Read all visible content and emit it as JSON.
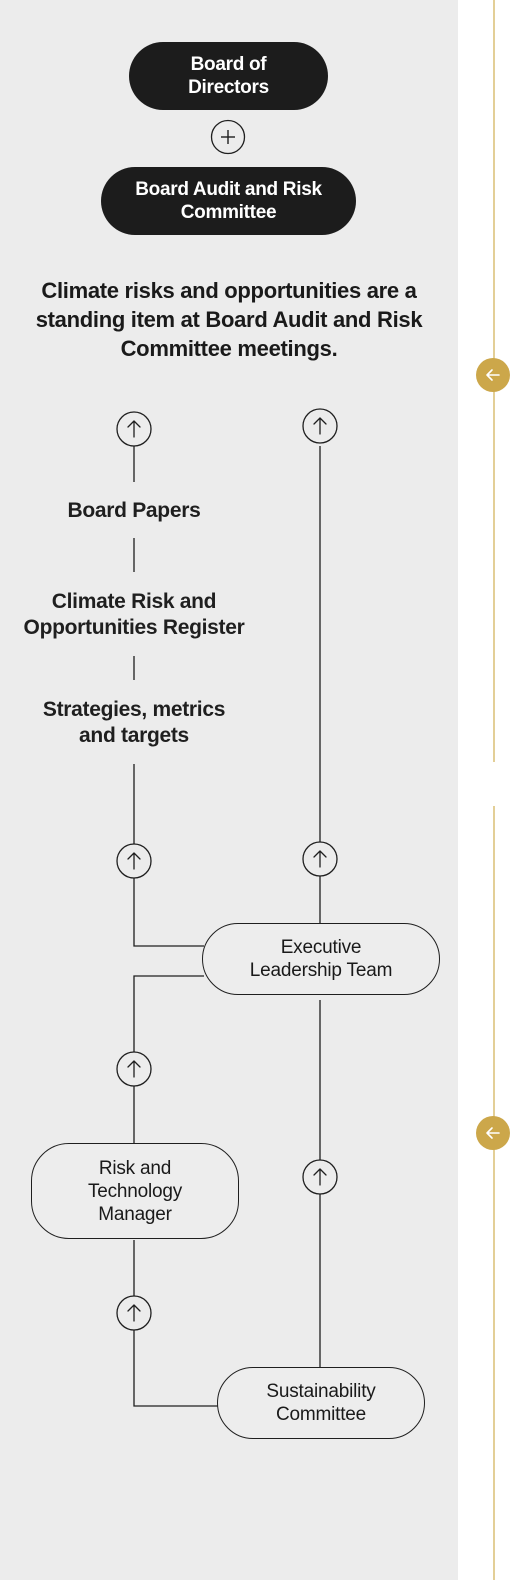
{
  "governance": {
    "board": "Board of\nDirectors",
    "connector_symbol": "+",
    "committee": "Board Audit and Risk\nCommittee",
    "statement": "Climate risks and opportunities are a standing item at Board Audit and Risk Committee meetings."
  },
  "documents": {
    "board_papers": "Board Papers",
    "register": "Climate Risk and\nOpportunities Register",
    "strategies": "Strategies, metrics\nand targets"
  },
  "nodes": {
    "executive": "Executive\nLeadership Team",
    "risk_manager": "Risk and\nTechnology\nManager",
    "sustainability": "Sustainability\nCommittee"
  },
  "nav": {
    "icon": "arrow-left-icon",
    "accent_color": "#cca74a",
    "rail_color": "#e3cf97"
  },
  "colors": {
    "panel": "#ececec",
    "dark_pill": "#1c1c1c",
    "line": "#1f1f1f"
  }
}
